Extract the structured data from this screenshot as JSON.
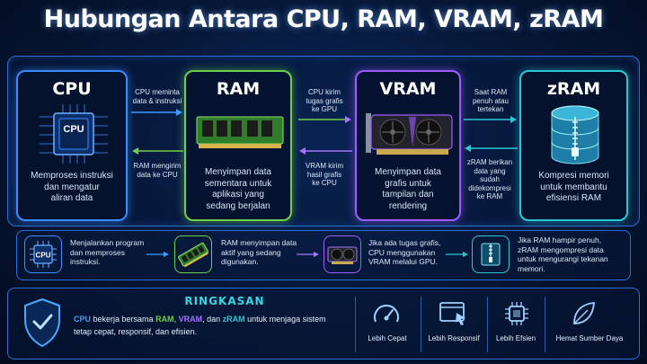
{
  "title": "Hubungan Antara CPU, RAM, VRAM, zRAM",
  "colors": {
    "cpu": "#3c8cff",
    "ram": "#6ed04a",
    "vram": "#9c5cff",
    "zram": "#2cc7d6",
    "panel_border": "#2b6fd6",
    "accent": "#34d7e0"
  },
  "components": {
    "cpu": {
      "title": "CPU",
      "chip_label": "CPU",
      "desc": [
        "Memproses instruksi",
        "dan mengatur",
        "aliran data"
      ]
    },
    "ram": {
      "title": "RAM",
      "desc": [
        "Menyimpan data",
        "sementara untuk",
        "aplikasi yang",
        "sedang berjalan"
      ]
    },
    "vram": {
      "title": "VRAM",
      "desc": [
        "Menyimpan data",
        "grafis untuk",
        "tampilan dan",
        "rendering"
      ]
    },
    "zram": {
      "title": "zRAM",
      "desc": [
        "Kompresi memori",
        "untuk membantu",
        "efisiensi RAM"
      ]
    }
  },
  "flows": {
    "cpu_to_ram": [
      "CPU meminta",
      "data & instruksi"
    ],
    "ram_to_cpu": [
      "RAM mengirim",
      "data ke CPU"
    ],
    "cpu_to_vram": [
      "CPU kirim",
      "tugas grafis",
      "ke GPU"
    ],
    "vram_to_cpu": [
      "VRAM kirim",
      "hasil grafis",
      "ke CPU"
    ],
    "ram_to_zram": [
      "Saat RAM",
      "penuh atau",
      "tertekan"
    ],
    "zram_to_ram": [
      "zRAM berikan",
      "data yang",
      "sudah",
      "didekompresi",
      "ke RAM"
    ]
  },
  "steps": [
    {
      "icon": "cpu-chip-icon",
      "text": [
        "Menjalankan program",
        "dan memproses",
        "instruksi."
      ]
    },
    {
      "icon": "ram-stick-icon",
      "text": [
        "RAM menyimpan data",
        "aktif yang sedang",
        "digunakan."
      ]
    },
    {
      "icon": "gpu-card-icon",
      "text": [
        "Jika ada tugas grafis,",
        "CPU menggunakan",
        "VRAM melalui GPU."
      ]
    },
    {
      "icon": "zip-compress-icon",
      "text": [
        "Jika RAM hampir penuh,",
        "zRAM mengompresi data",
        "untuk mengurangi tekanan",
        "memori."
      ]
    }
  ],
  "summary": {
    "title": "RINGKASAN",
    "parts": [
      "CPU",
      " bekerja bersama ",
      "RAM",
      ", ",
      "VRAM",
      ", dan ",
      "zRAM",
      " untuk menjaga sistem"
    ],
    "line2": "tetap cepat, responsif, dan efisien.",
    "benefits": [
      {
        "icon": "speedometer-icon",
        "label": "Lebih Cepat"
      },
      {
        "icon": "cursor-window-icon",
        "label": "Lebih Responsif"
      },
      {
        "icon": "chip-icon",
        "label": "Lebih Efsien"
      },
      {
        "icon": "leaf-icon",
        "label": "Hemat Sumber Daya"
      }
    ]
  }
}
